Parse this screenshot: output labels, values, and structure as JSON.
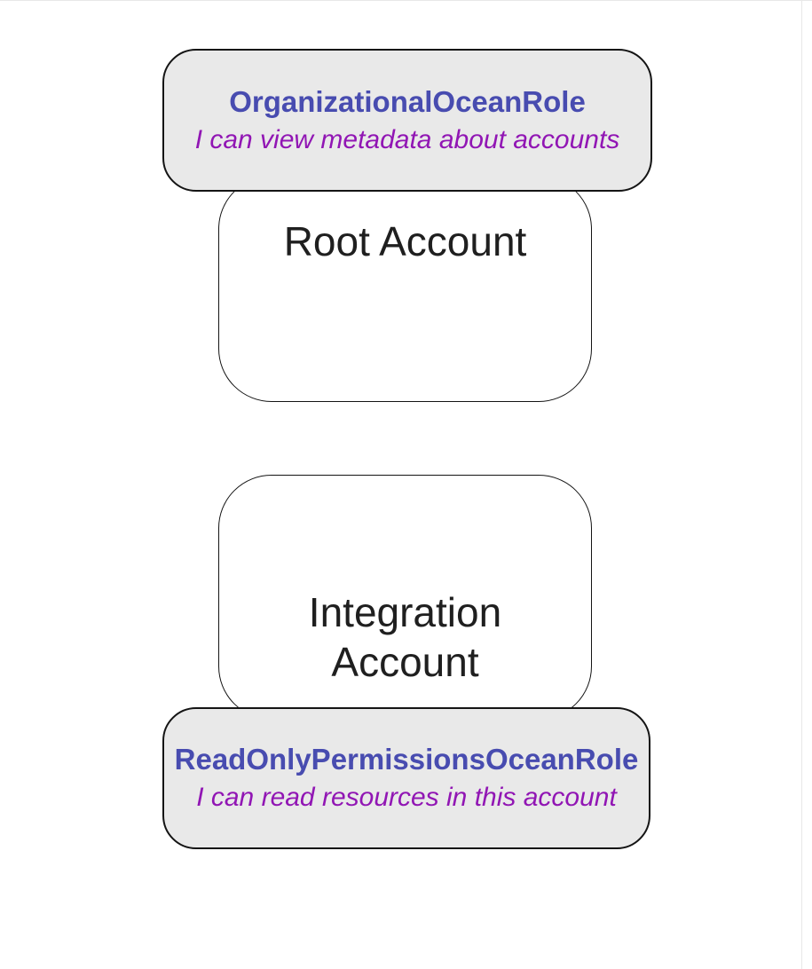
{
  "root_account": {
    "label": "Root Account",
    "role": {
      "name": "OrganizationalOceanRole",
      "description": "I can view metadata about accounts"
    }
  },
  "integration_account": {
    "label_lines": [
      "Integration",
      "Account"
    ],
    "role": {
      "name": "ReadOnlyPermissionsOceanRole",
      "description": "I can read resources in this account"
    }
  },
  "colors": {
    "role_name": "#484cb0",
    "role_description": "#9116b4",
    "badge_fill": "#e9e9e9",
    "border": "#141414",
    "node_fill": "#ffffff",
    "label_text": "#1f1f1f"
  }
}
